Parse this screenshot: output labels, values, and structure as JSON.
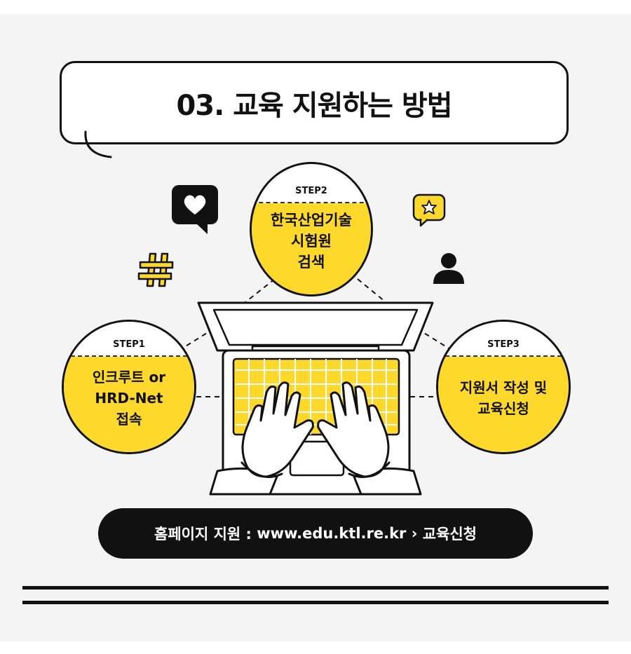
{
  "title": "03. 교육 지원하는 방법",
  "steps": [
    {
      "label": "STEP1",
      "text": "인크루트 or\nHRD-Net\n접속"
    },
    {
      "label": "STEP2",
      "text": "한국산업기술\n시험원\n검색"
    },
    {
      "label": "STEP3",
      "text": "지원서 작성 및\n교육신청"
    }
  ],
  "homepage": {
    "label": "홈페이지 지원 :",
    "url": "www.edu.ktl.re.kr",
    "separator": "›",
    "action": "교육신청"
  },
  "colors": {
    "accent_yellow": "#ffd82c",
    "ink": "#111111",
    "background": "#f4f4f4"
  },
  "icons": [
    "heart-chat-icon",
    "hashtag-icon",
    "star-chat-icon",
    "user-icon",
    "laptop-illustration",
    "hands-illustration"
  ]
}
